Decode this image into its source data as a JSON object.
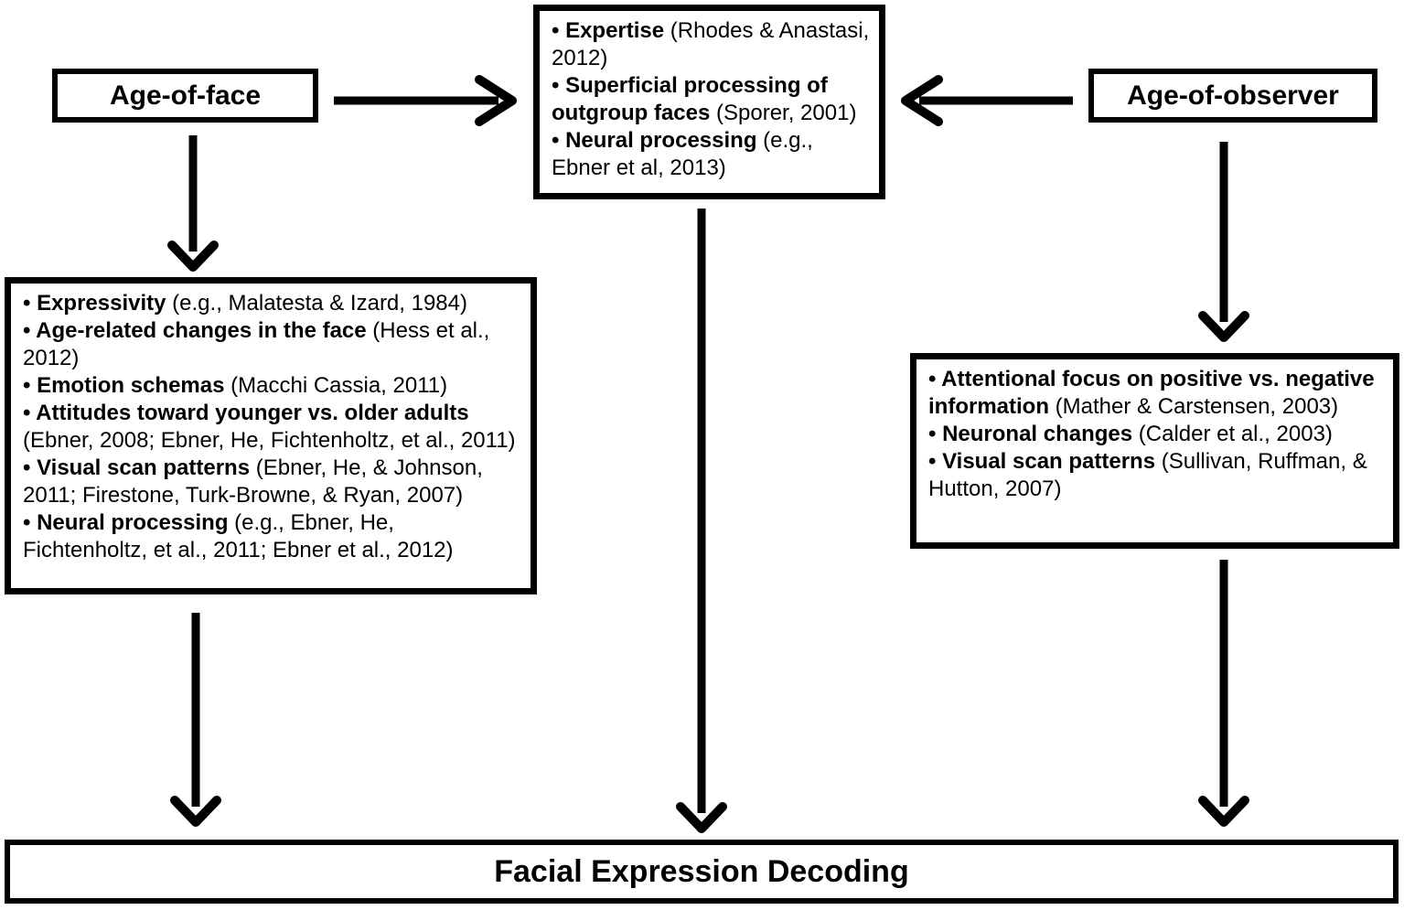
{
  "diagram": {
    "title_hint": "Factors influencing facial expression decoding",
    "colors": {
      "line": "#000000",
      "background": "#ffffff",
      "text": "#000000"
    },
    "nodes": {
      "age_of_face": {
        "label": "Age-of-face"
      },
      "age_of_observer": {
        "label": "Age-of-observer"
      },
      "outcome": {
        "label": "Facial Expression Decoding"
      },
      "mechanisms": {
        "items": [
          {
            "bold": "• Expertise",
            "rest": " (Rhodes & Anastasi, 2012)"
          },
          {
            "bold": "• Superficial processing of outgroup faces",
            "rest": " (Sporer, 2001)"
          },
          {
            "bold": "• Neural processing",
            "rest": " (e.g., Ebner et al, 2013)"
          }
        ]
      },
      "face_factors": {
        "items": [
          {
            "bold": "• Expressivity",
            "rest": " (e.g., Malatesta & Izard, 1984)"
          },
          {
            "bold": "• Age-related changes in the face",
            "rest": " (Hess et al., 2012)"
          },
          {
            "bold": "• Emotion schemas",
            "rest": " (Macchi Cassia, 2011)"
          },
          {
            "bold": "• Attitudes toward younger vs. older adults",
            "rest": " (Ebner, 2008; Ebner, He, Fichtenholtz, et al., 2011)"
          },
          {
            "bold": "• Visual scan patterns",
            "rest": " (Ebner, He, & Johnson, 2011; Firestone, Turk-Browne, & Ryan, 2007)"
          },
          {
            "bold": "• Neural processing",
            "rest": " (e.g., Ebner, He, Fichtenholtz, et al., 2011; Ebner et al., 2012)"
          }
        ]
      },
      "observer_factors": {
        "items": [
          {
            "bold": "• Attentional focus on positive vs. negative information",
            "rest": " (Mather & Carstensen, 2003)"
          },
          {
            "bold": "• Neuronal changes",
            "rest": " (Calder et al., 2003)"
          },
          {
            "bold": "• Visual scan patterns",
            "rest": " (Sullivan, Ruffman, & Hutton, 2007)"
          }
        ]
      }
    }
  }
}
